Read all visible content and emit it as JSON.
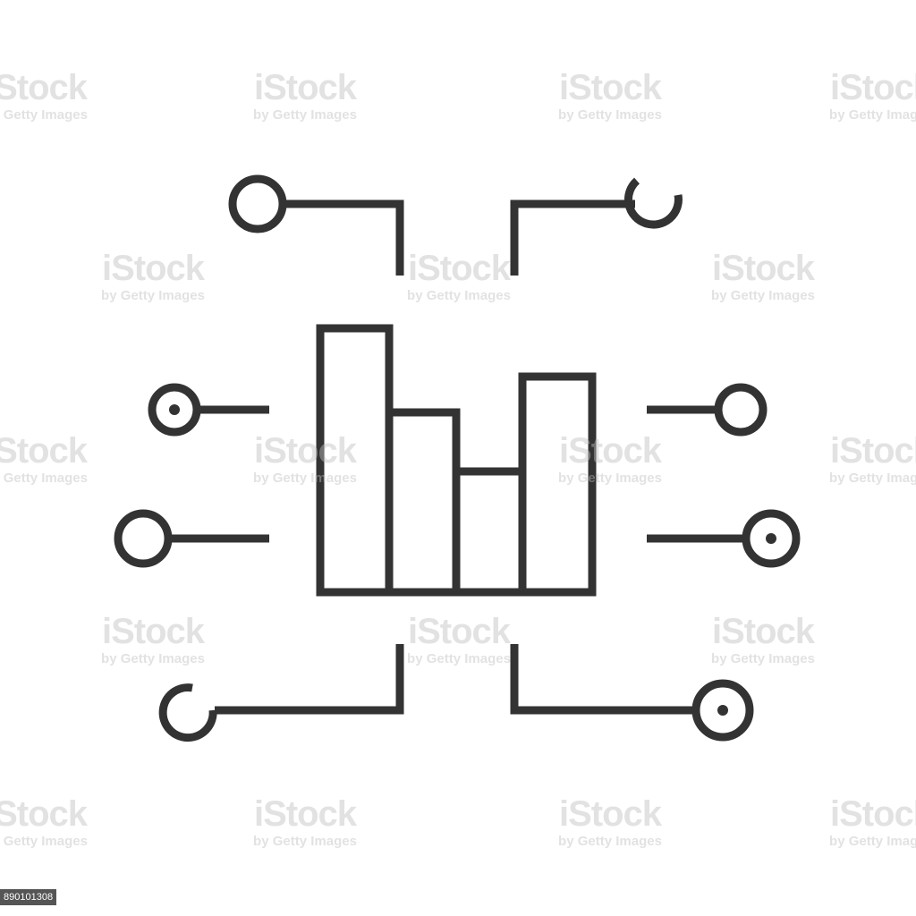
{
  "watermark": {
    "brand": "iStock",
    "byline": "by Getty Images"
  },
  "image_id": "890101308",
  "colors": {
    "stroke": "#333333",
    "background": "#ffffff"
  },
  "icon": {
    "name": "circuit-bar-chart-icon"
  }
}
